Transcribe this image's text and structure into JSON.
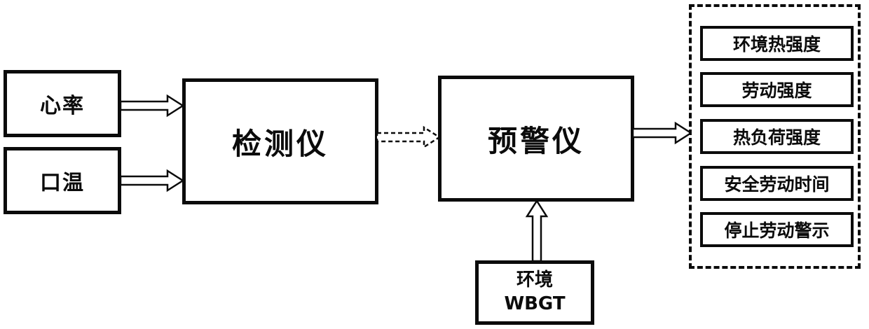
{
  "inputs": [
    {
      "label": "心率"
    },
    {
      "label": "口温"
    }
  ],
  "detector": {
    "label": "检测仪"
  },
  "warner": {
    "label": "预警仪"
  },
  "wbgt": {
    "line1": "环境",
    "line2": "WBGT"
  },
  "outputs": [
    {
      "label": "环境热强度"
    },
    {
      "label": "劳动强度"
    },
    {
      "label": "热负荷强度"
    },
    {
      "label": "安全劳动时间"
    },
    {
      "label": "停止劳动警示"
    }
  ],
  "colors": {
    "stroke": "#0b0b0b",
    "fill": "#ffffff"
  }
}
